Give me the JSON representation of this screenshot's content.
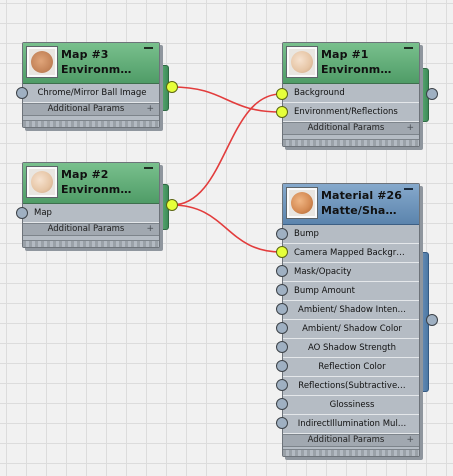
{
  "colors": {
    "wire": "#e23c3c",
    "socket_active": "#e6ff3a",
    "socket_idle": "#9fb0c2",
    "map_header": "#5fae77",
    "material_header": "#6b91ba",
    "grid_background": "#f1f1f1"
  },
  "nodes": {
    "map3": {
      "title1": "Map #3",
      "title2": "Environm…",
      "thumbnail": "orange-sphere-thumbnail",
      "inputs": [
        "Chrome/Mirror Ball Image"
      ],
      "additional": "Additional Params"
    },
    "map1": {
      "title1": "Map #1",
      "title2": "Environm…",
      "thumbnail": "beige-sphere-thumbnail",
      "inputs": [
        "Background",
        "Environment/Reflections"
      ],
      "additional": "Additional Params"
    },
    "map2": {
      "title1": "Map #2",
      "title2": "Environm…",
      "thumbnail": "beige-sphere-thumbnail",
      "inputs": [
        "Map"
      ],
      "additional": "Additional Params"
    },
    "mat26": {
      "title1": "Material #26",
      "title2": "Matte/Sha…",
      "thumbnail": "orange-sphere-thumbnail",
      "inputs": [
        "Bump",
        "Camera Mapped Backgr…",
        "Mask/Opacity",
        "Bump Amount",
        "Ambient/ Shadow Inten…",
        "Ambient/ Shadow Color",
        "AO Shadow Strength",
        "Reflection Color",
        "Reflections(Subtractive…",
        "Glossiness",
        "IndirectIllumination Mul…"
      ],
      "additional": "Additional Params"
    }
  },
  "connections": [
    {
      "from": "map3",
      "to": "map1",
      "input": "Environment/Reflections"
    },
    {
      "from": "map2",
      "to": "map1",
      "input": "Background"
    },
    {
      "from": "map2",
      "to": "mat26",
      "input": "Camera Mapped Backgr…"
    }
  ]
}
